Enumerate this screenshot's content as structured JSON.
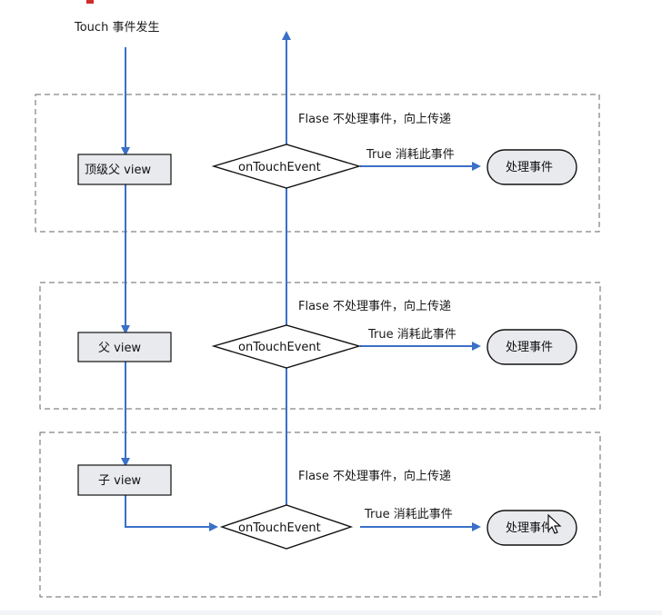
{
  "title": "Touch 事件发生",
  "levels": [
    {
      "view_label": "顶级父  view",
      "decision_label": "onTouchEvent",
      "false_label": "Flase  不处理事件，向上传递",
      "true_label": "True  消耗此事件",
      "handler_label": "处理事件"
    },
    {
      "view_label": "父  view",
      "decision_label": "onTouchEvent",
      "false_label": "Flase  不处理事件，向上传递",
      "true_label": "True  消耗此事件",
      "handler_label": "处理事件"
    },
    {
      "view_label": "子  view",
      "decision_label": "onTouchEvent",
      "false_label": "Flase  不处理事件，向上传递",
      "true_label": "True  消耗此事件",
      "handler_label": "处理事件"
    }
  ],
  "colors": {
    "arrow": "#3a70c7",
    "box_fill": "#e9eaee",
    "box_stroke": "#111111",
    "dash": "#666666"
  }
}
